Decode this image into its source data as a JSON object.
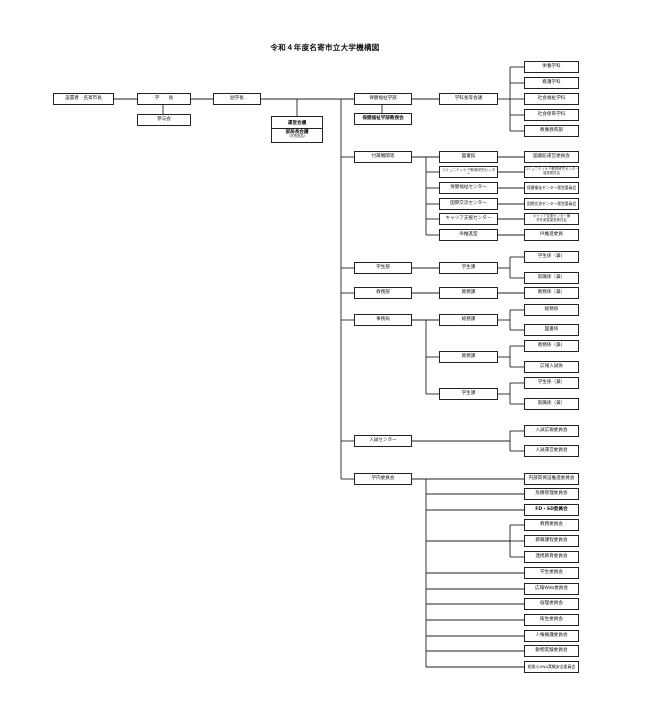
{
  "title": "令和４年度名寄市立大学機構図",
  "nodes": {
    "setsuchi": "設置者　名寄市長",
    "gakucho": "学　　長",
    "sanyokai": "参与会",
    "fukugakucho": "副学長",
    "unei_kaigi": "運営会議",
    "bukyokucho_kaigi": "部局長会議",
    "bukyokucho_note": "（学長指名）",
    "hoken_gakubu": "保健福祉学部",
    "hoken_kyojukai": "保健福祉学部教授会",
    "gakka_kaigi": "学科長等会議",
    "eiyo": "栄養学科",
    "kango": "看護学科",
    "shakai_fukushi": "社会福祉学科",
    "shakai_hoiku": "社会保育学科",
    "kyoyo": "教養教育部",
    "fuzoku": "付属機関等",
    "toshokan": "図書館",
    "toshokan_iinkai": "図書館運営委員会",
    "community_center": "コミュニティケア教育研究センター",
    "community_iinkai_a": "コミュニティケア教育研究センター",
    "community_iinkai_b": "運営委員会",
    "hoken_center": "保健福祉センター",
    "hoken_center_iinkai": "保健福祉センター運営委員会",
    "kokusai_center": "国際交流センター",
    "kokusai_iinkai": "国際交流センター運営委員会",
    "career_center": "キャリア支援センター",
    "career_iinkai_a": "キャリア支援センター兼",
    "career_iinkai_b": "学外実習運営委員会",
    "ir": "IR推進室",
    "ir_iinkai": "IR推進委員",
    "gakusei_bu": "学生部",
    "gakusei_ka": "学生課",
    "gakusei_kakari1": "学生係（兼）",
    "shushoku_kakari1": "就職係（兼）",
    "kyomu_bu": "教務部",
    "kyomu_ka1": "教務課",
    "kyomu_kakari1": "教務係（兼）",
    "jimukyoku": "事務局",
    "somu_ka": "総務課",
    "somu_kakari": "総務係",
    "tosho_kakari": "図書係",
    "kyomu_ka2": "教務課",
    "kyomu_kakari2": "教務係（兼）",
    "koho_nyushi": "広報入試係",
    "gakusei_ka2": "学生課",
    "gakusei_kakari2": "学生係（兼）",
    "shushoku_kakari2": "就職係（兼）",
    "nyushi_center": "入試センター",
    "nyushi_koho_iinkai": "入試広報委員会",
    "nyushi_unei_iinkai": "入試運営委員会",
    "gakunai_iinkai": "学内委員会",
    "committees": [
      "内部質保証推進委員会",
      "危機管理委員会",
      "FD・SD委員会",
      "教務委員会",
      "教職課程委員会",
      "連携教育委員会",
      "学生委員会",
      "広報Web委員会",
      "倫理委員会",
      "衛生委員会",
      "人権擁護委員会",
      "動物実験委員会",
      "組換えDNA実験安全委員会"
    ]
  }
}
